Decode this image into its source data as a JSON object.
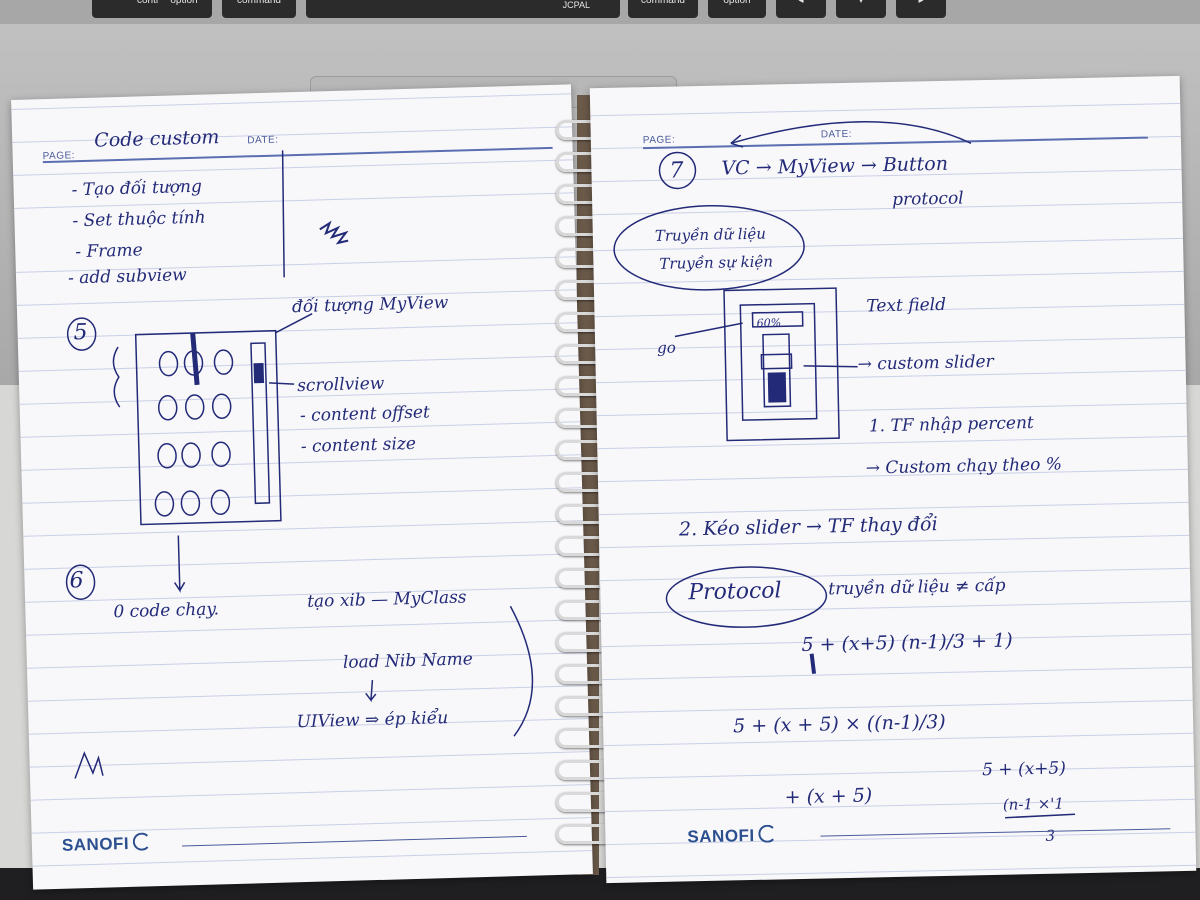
{
  "keyboard": {
    "keys": [
      "control",
      "option",
      "command",
      "command",
      "option"
    ],
    "brand_on_key": "JCPAL"
  },
  "left_page": {
    "header_page_label": "PAGE:",
    "header_date_label": "DATE:",
    "title": "Code custom",
    "steps": [
      "- Tạo đối tượng",
      "- Set thuộc tính",
      "- Frame",
      "- add subview"
    ],
    "section5": {
      "number": "5",
      "object_label": "đối tượng MyView",
      "scrollview_label": "scrollview",
      "props": [
        "- content offset",
        "- content size"
      ]
    },
    "section6": {
      "number": "6",
      "note1": "0 code chạy.",
      "note2": "tạo xib — MyClass",
      "note3": "load Nib Name",
      "note4": "UIView ⇒ ép kiểu"
    },
    "brand": "SANOFI"
  },
  "right_page": {
    "header_page_label": "PAGE:",
    "header_date_label": "DATE:",
    "section7": {
      "number": "7",
      "flow": "VC → MyView → Button",
      "protocol_word": "protocol",
      "bubble_lines": [
        "Truyền dữ liệu",
        "Truyền sự kiện"
      ],
      "textfield_label": "Text field",
      "slider_label": "→ custom slider",
      "percent_box": "60%",
      "go_label": "go",
      "point1": "1. TF nhập percent",
      "point1b": "→ Custom chạy theo %",
      "point2": "2. Kéo slider → TF thay đổi"
    },
    "protocol_box": "Protocol",
    "protocol_note": "truyền dữ liệu ≠ cấp",
    "formulas": [
      "5 + (x+5) (n-1)/3 + 1)",
      "5 + (x + 5) × ((n-1)/3)",
      "+ (x + 5)",
      "5 + (x+5)",
      "(n-1 ×'1",
      "3"
    ],
    "brand": "SANOFI"
  }
}
